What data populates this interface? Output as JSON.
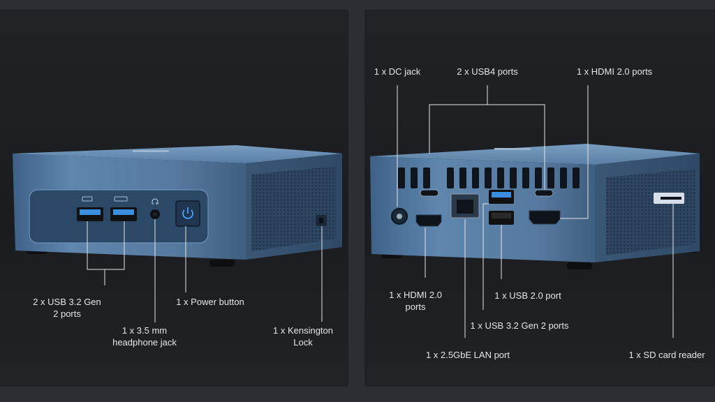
{
  "left_panel": {
    "callouts": {
      "usb32_line1": "2 x USB 3.2 Gen",
      "usb32_line2": "2 ports",
      "headphone_line1": "1 x 3.5 mm",
      "headphone_line2": "headphone jack",
      "power": "1 x Power button",
      "kensington_line1": "1 x Kensington",
      "kensington_line2": "Lock"
    }
  },
  "right_panel": {
    "callouts": {
      "dc_jack": "1 x DC jack",
      "usb4": "2 x USB4 ports",
      "hdmi_top": "1 x HDMI 2.0 ports",
      "hdmi_bottom_line1": "1 x HDMI 2.0",
      "hdmi_bottom_line2": "ports",
      "usb20": "1 x USB 2.0 port",
      "usb32": "1 x USB 3.2 Gen 2 ports",
      "lan": "1 x 2.5GbE LAN port",
      "sd_reader": "1 x SD card reader"
    }
  },
  "colors": {
    "device_blue": "#5f86ad",
    "device_dark": "#3e5d7d",
    "port_blue": "#3b8fe0",
    "leader_line": "#e6e6e6"
  }
}
